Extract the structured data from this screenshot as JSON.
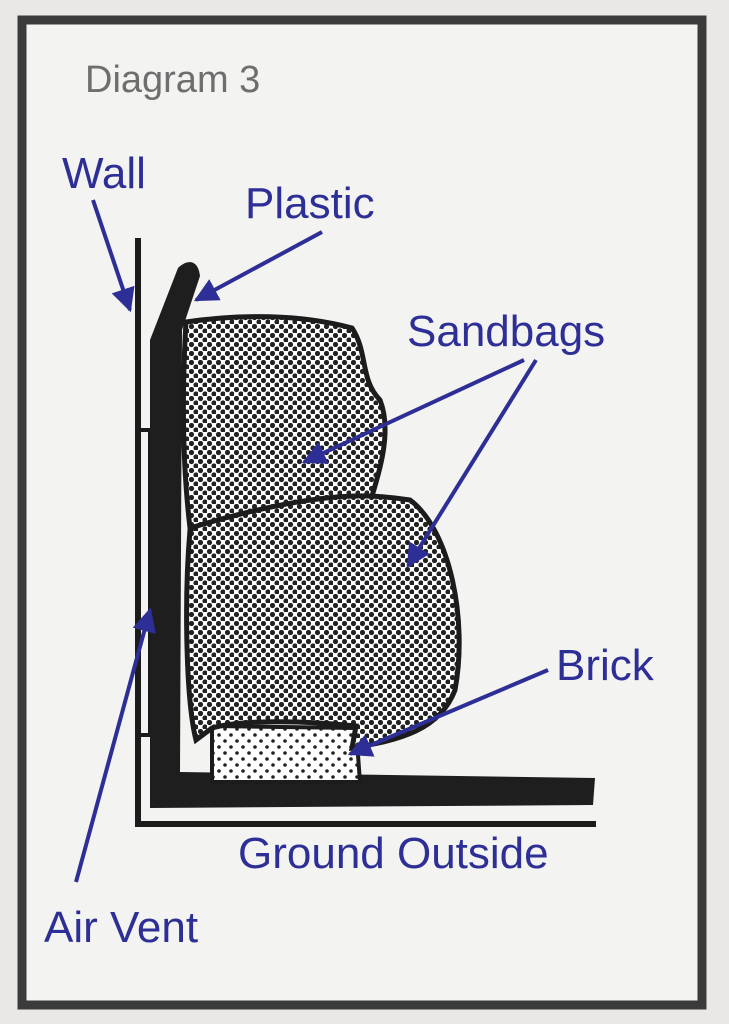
{
  "title": "Diagram 3",
  "labels": {
    "wall": "Wall",
    "plastic": "Plastic",
    "sandbags": "Sandbags",
    "brick": "Brick",
    "ground_outside": "Ground Outside",
    "air_vent": "Air Vent"
  },
  "colors": {
    "label": "#2e2f96",
    "arrow": "#2e2f96",
    "title": "#6e6e6e",
    "frame": "#3b3b3b",
    "paper": "#f3f3f1"
  }
}
